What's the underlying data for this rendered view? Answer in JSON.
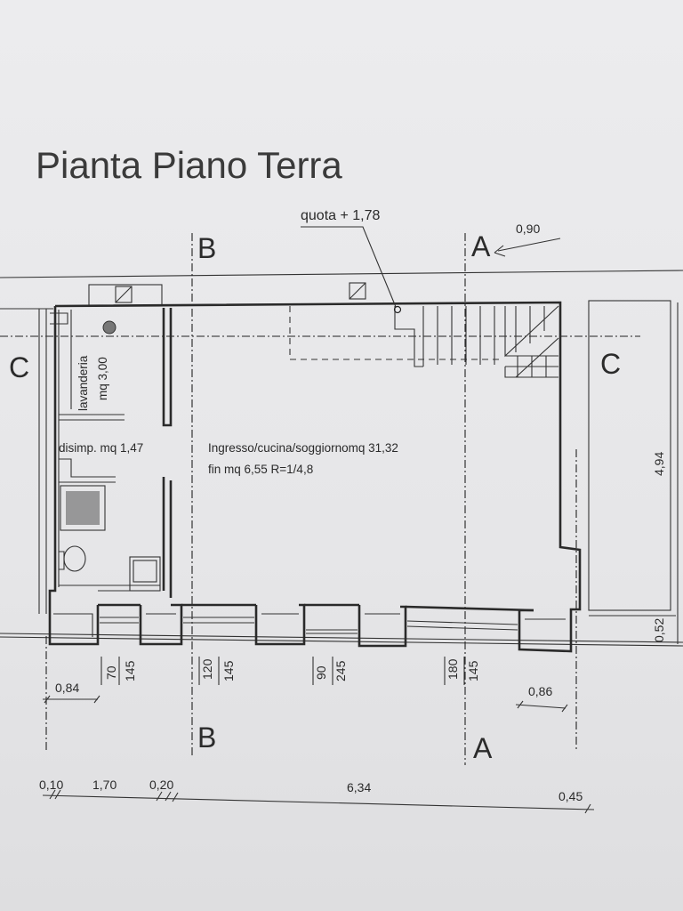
{
  "title": "Pianta Piano Terra",
  "sections": {
    "a": "A",
    "b": "B",
    "c": "C"
  },
  "annotations": {
    "quota": "quota + 1,78",
    "lavanderia": "lavanderia",
    "lavanderia_area": "mq 3,00",
    "disimp": "disimp. mq 1,47",
    "main_room_line1": "Ingresso/cucina/soggiornomq 31,32",
    "main_room_line2": "fin mq 6,55 R=1/4,8"
  },
  "dimensions": {
    "top_right": "0,90",
    "right_height": "4,94",
    "right_small": "0,52",
    "left_window": "0,84",
    "right_window": "0,86",
    "opening_1_w": "70",
    "opening_1_h": "145",
    "opening_2_w": "120",
    "opening_2_h": "145",
    "opening_3_w": "90",
    "opening_3_h": "245",
    "opening_4_w": "180",
    "opening_4_h": "145",
    "bottom_1": "0,10",
    "bottom_2": "1,70",
    "bottom_3": "0,20",
    "bottom_4": "6,34",
    "bottom_5": "0,45"
  }
}
